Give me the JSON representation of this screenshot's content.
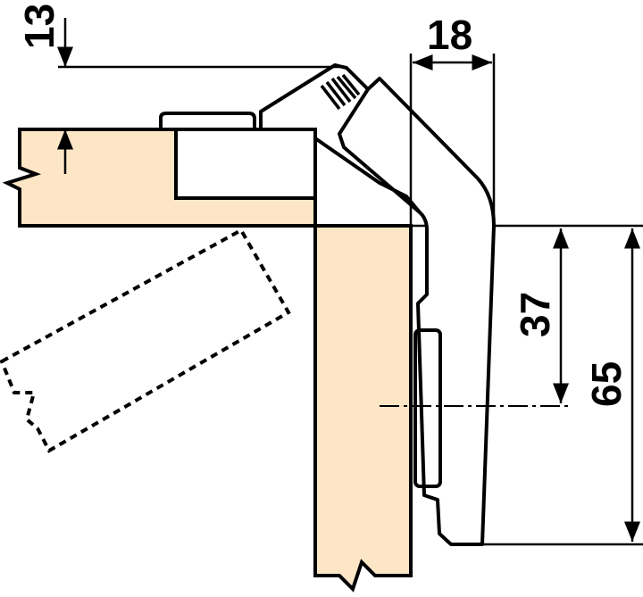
{
  "dimensions": {
    "overlay": "13",
    "hinge_depth": "18",
    "plate_center_height": "37",
    "total_height": "65"
  },
  "colors": {
    "wood": "#fde6c6",
    "line": "#000000",
    "background": "#ffffff"
  }
}
